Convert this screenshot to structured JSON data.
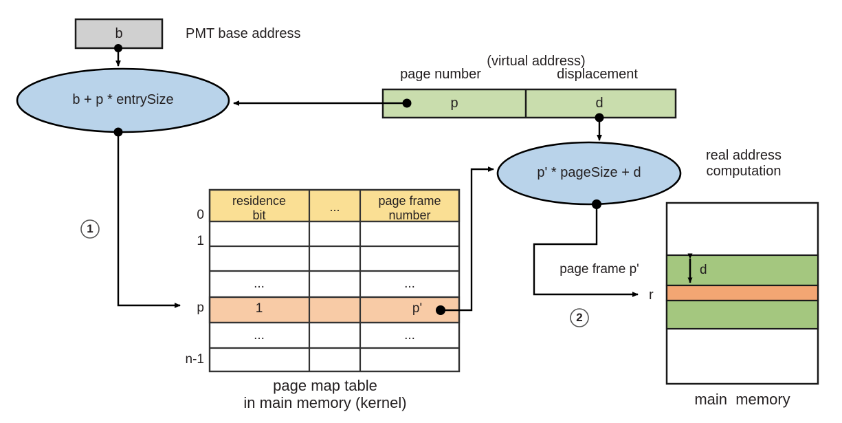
{
  "diagram": {
    "title_not_shown": "",
    "colors": {
      "base_box_fill": "#d0d0d0",
      "ellipse_fill": "#b9d3ea",
      "virtual_address_fill": "#c9ddad",
      "table_header_fill": "#fadf94",
      "highlight_row_fill": "#f8cba6",
      "memory_page_fill": "#a4c77f",
      "memory_target_fill": "#f0a濃"
    }
  },
  "base_address": {
    "box_value": "b",
    "label": "PMT base address"
  },
  "ellipse_one": {
    "expression": "b + p * entrySize"
  },
  "ellipse_two": {
    "expression": "p' * pageSize + d"
  },
  "virtual_address": {
    "caption": "(virtual address)",
    "field_labels": [
      "page number",
      "displacement"
    ],
    "field_values": [
      "p",
      "d"
    ]
  },
  "real_address": {
    "label_line1": "real address",
    "label_line2": "computation"
  },
  "steps": {
    "step_one": "1",
    "step_two": "2"
  },
  "page_map_table": {
    "headers": [
      "residence\nbit",
      "...",
      "page frame\nnumber"
    ],
    "row_labels": [
      "0",
      "1",
      "",
      "p",
      "",
      "n-1"
    ],
    "rows": [
      [
        "",
        "",
        ""
      ],
      [
        "",
        "",
        ""
      ],
      [
        "...",
        "",
        "..."
      ],
      [
        "1",
        "",
        "p'"
      ],
      [
        "...",
        "",
        "..."
      ],
      [
        "",
        "",
        ""
      ]
    ],
    "highlight_row_index": 3,
    "caption_line1": "page map table",
    "caption_line2": "in main memory (kernel)"
  },
  "main_memory": {
    "caption": "main  memory",
    "frame_label": "page frame p'",
    "result_label": "r",
    "displacement_label": "d"
  }
}
